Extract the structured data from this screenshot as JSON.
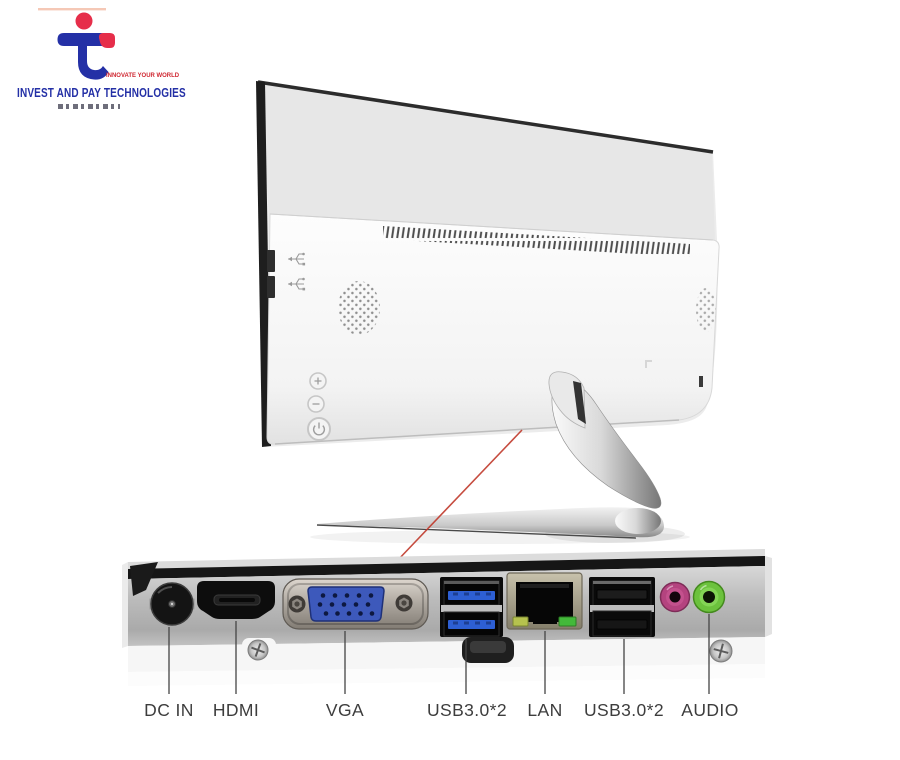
{
  "logo": {
    "tagline": "INNOVATE YOUR WORLD",
    "company": "INVEST AND PAY TECHNOLOGIES"
  },
  "port_labels": [
    "DC IN",
    "HDMI",
    "VGA",
    "USB3.0*2",
    "LAN",
    "USB3.0*2",
    "AUDIO"
  ],
  "icons": {
    "usb_print_icon": "usb trident symbol printed beside side slots",
    "plus_button": "+",
    "minus_button": "-",
    "power_button": "power arc symbol",
    "screw": "phillips screw head"
  },
  "colors": {
    "logo_blue": "#2430a6",
    "logo_red": "#e62e4a",
    "annotation_line_red": "#c0392b",
    "vga_blue": "#3d59bb",
    "usb3_tongue_blue": "#2d5fd4",
    "audio_mic_pink": "#b4437f",
    "audio_out_green": "#6cc23d",
    "lan_led_green": "#43b93a",
    "lan_led_yellow": "#b6c24e",
    "label_text": "#3d3d3d"
  }
}
